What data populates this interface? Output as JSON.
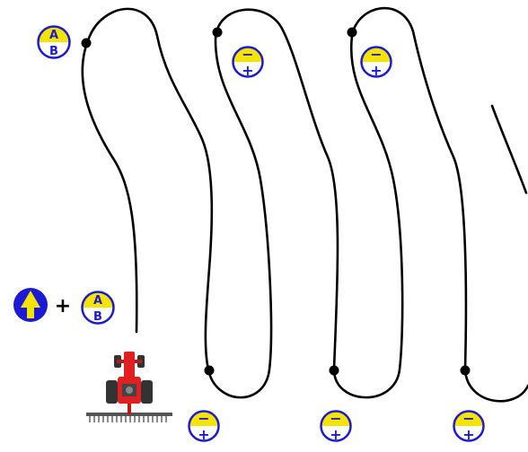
{
  "badges": {
    "ab_top": {
      "top": "A",
      "bottom": "B"
    },
    "ab_legend": {
      "top": "A",
      "bottom": "B"
    },
    "minus_plus": {
      "top": "−",
      "bottom": "+"
    }
  },
  "legend": {
    "plus": "+"
  },
  "colors": {
    "line": "#000000",
    "badge_top": "#f5e400",
    "badge_bottom": "#ffffff",
    "badge_border": "#1b1bd6",
    "badge_text": "#1b1bd6",
    "arrow_bg": "#1b1bd6",
    "arrow": "#f5e400",
    "tractor": "#e02020",
    "tractor_dark": "#333333"
  }
}
